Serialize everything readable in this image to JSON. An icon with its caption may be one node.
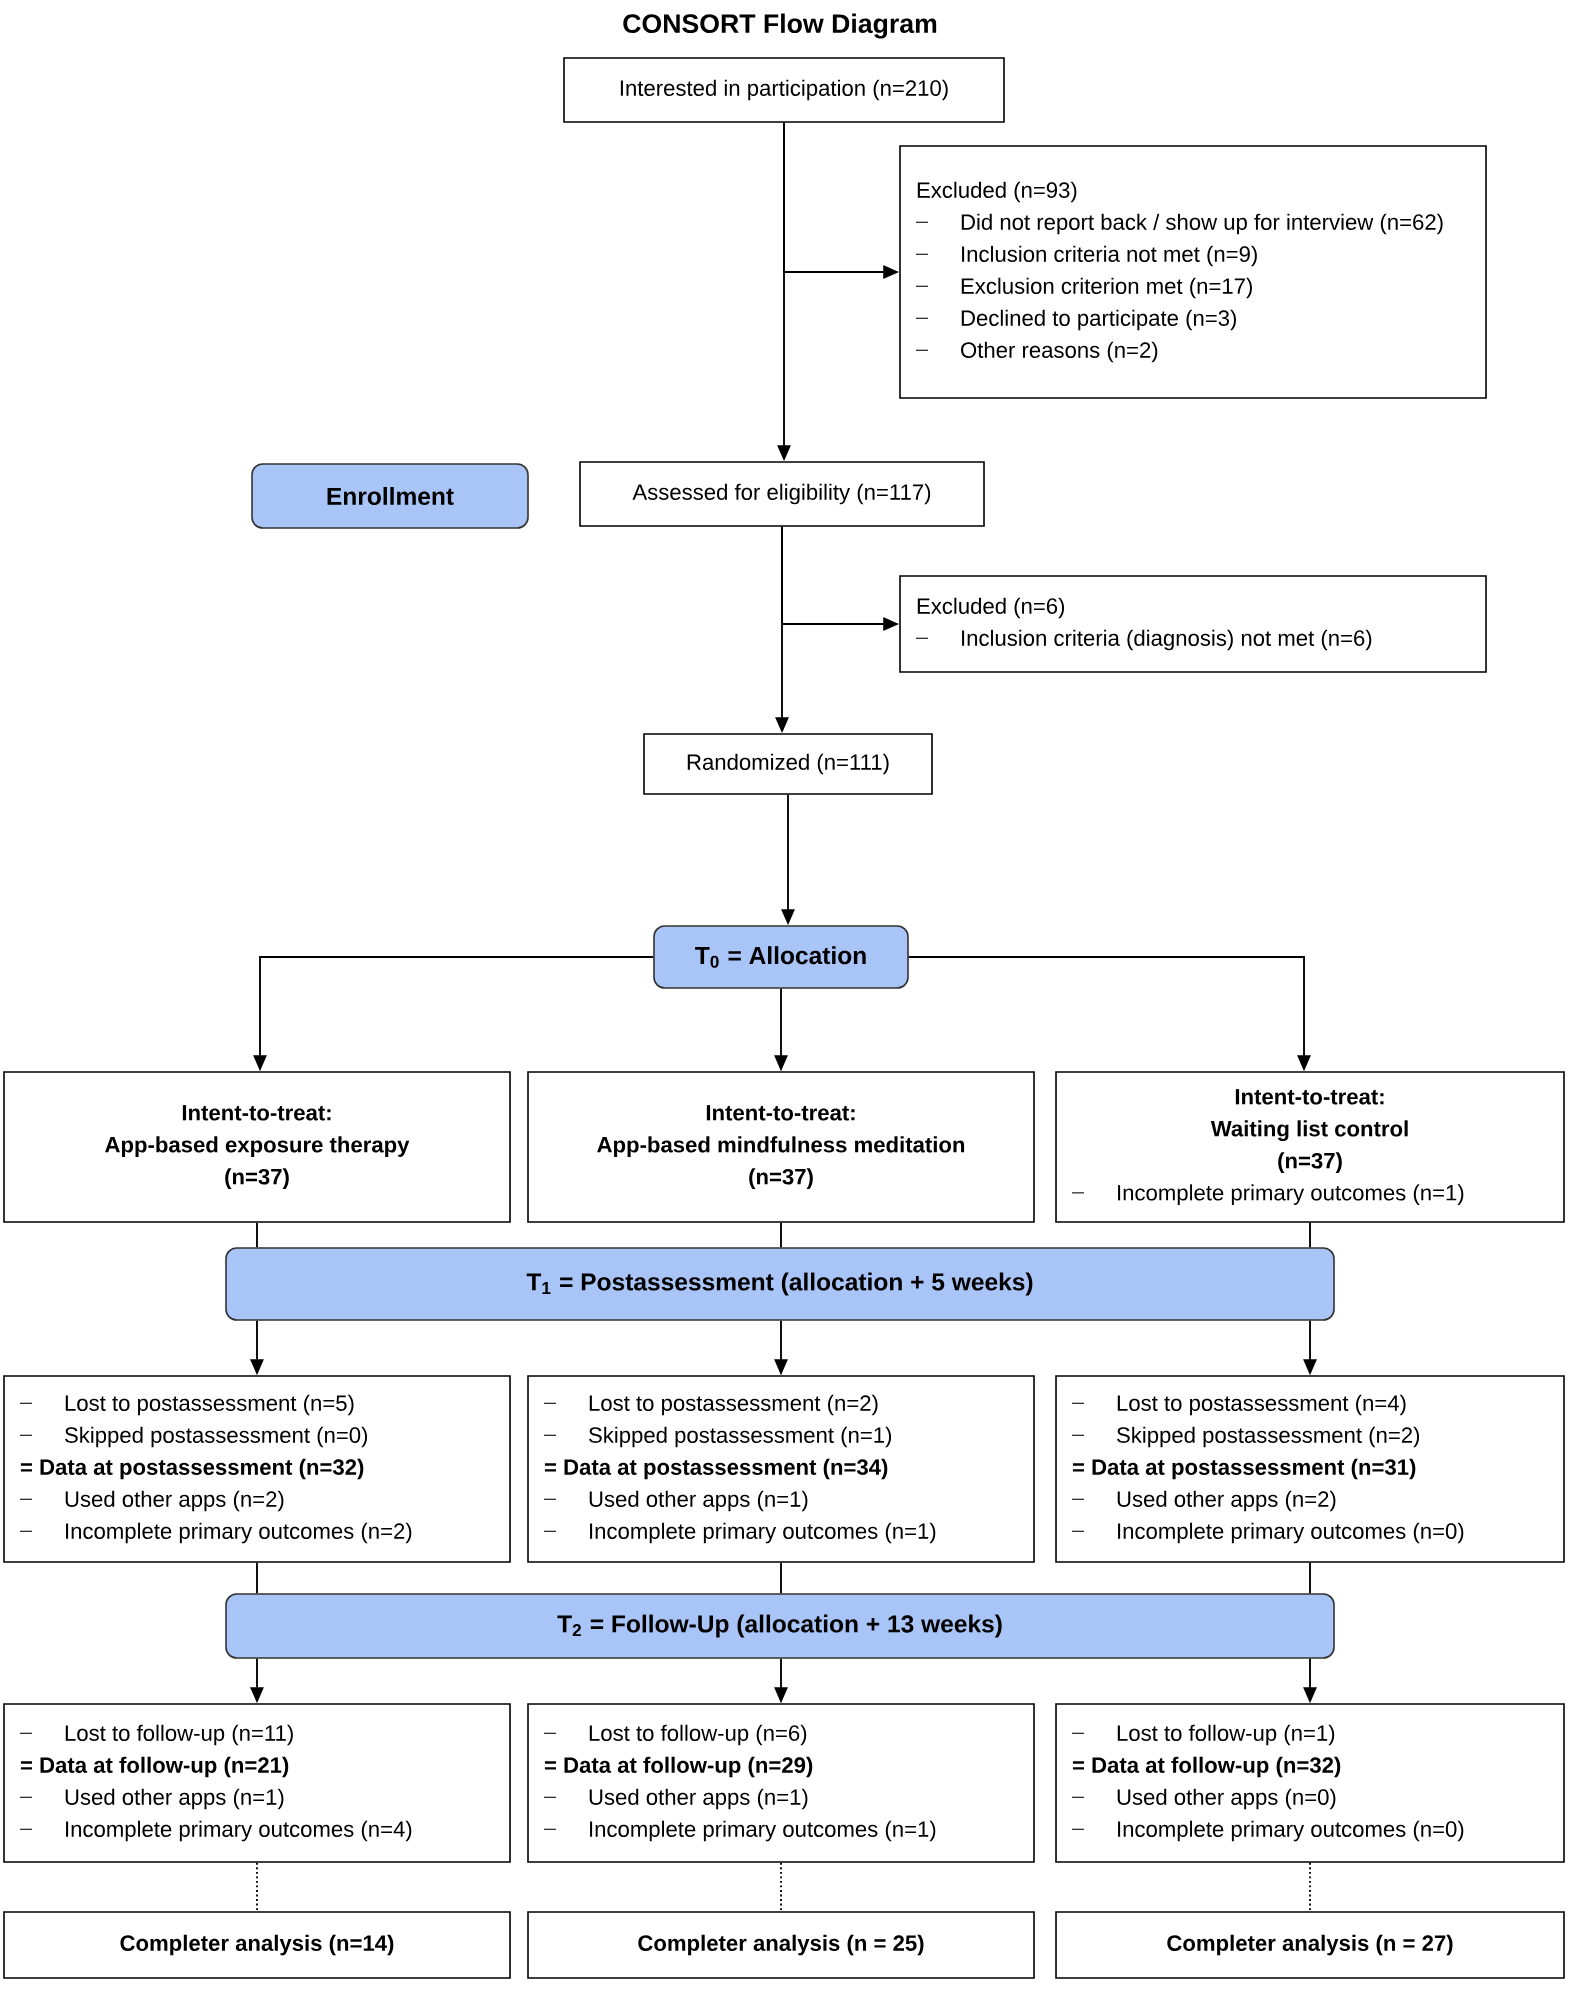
{
  "diagram": {
    "title": "CONSORT Flow Diagram",
    "nodes": [
      {
        "text": [
          "Interested in participation (n=210)"
        ]
      },
      {
        "text": [
          "Excluded (n=93)",
          "Did not report back / show up for interview (n=62)",
          "Inclusion criteria not met (n=9)",
          "Exclusion criterion met (n=17)",
          "Declined to participate (n=3)",
          "Other reasons (n=2)"
        ]
      },
      {
        "text": [
          "Enrollment"
        ]
      },
      {
        "text": [
          "Assessed for eligibility (n=117)"
        ]
      },
      {
        "text": [
          "Excluded (n=6)",
          "Inclusion criteria (diagnosis) not met (n=6)"
        ]
      },
      {
        "text": [
          "Randomized (n=111)"
        ]
      },
      {
        "text": [
          "T$_{0}$ = Allocation"
        ]
      },
      {
        "text": [
          "Intent-to-treat:",
          "App-based exposure therapy",
          "(n=37)"
        ]
      },
      {
        "text": [
          "Intent-to-treat:",
          "App-based mindfulness meditation",
          "(n=37)"
        ]
      },
      {
        "text": [
          "Intent-to-treat:",
          "Waiting list control",
          "(n=37)",
          "Incomplete primary outcomes (n=1)"
        ]
      },
      {
        "text": [
          "T$_{1}$ = Postassessment (allocation + 5 weeks)"
        ]
      },
      {
        "text": [
          "Lost to postassessment (n=5)",
          "Skipped postassessment (n=0)",
          "= Data at postassessment (n=32)",
          "Used other apps (n=2)",
          "Incomplete primary outcomes (n=2)"
        ]
      },
      {
        "text": [
          "Lost to postassessment (n=2)",
          "Skipped postassessment (n=1)",
          "= Data at postassessment (n=34)",
          "Used other apps (n=1)",
          "Incomplete primary outcomes (n=1)"
        ]
      },
      {
        "text": [
          "Lost to postassessment (n=4)",
          "Skipped postassessment (n=2)",
          "= Data at postassessment (n=31)",
          "Used other apps (n=2)",
          "Incomplete primary outcomes (n=0)"
        ]
      },
      {
        "text": [
          "T$_{2}$ = Follow-Up (allocation + 13 weeks)"
        ]
      },
      {
        "text": [
          "Lost to follow-up (n=11)",
          "= Data at follow-up (n=21)",
          "Used other apps (n=1)",
          "Incomplete primary outcomes (n=4)"
        ]
      },
      {
        "text": [
          "Lost to follow-up (n=6)",
          "= Data at follow-up (n=29)",
          "Used other apps (n=1)",
          "Incomplete primary outcomes (n=1)"
        ]
      },
      {
        "text": [
          "Lost to follow-up (n=1)",
          "= Data at follow-up (n=32)",
          "Used other apps (n=0)",
          "Incomplete primary outcomes (n=0)"
        ]
      },
      {
        "text": [
          "Completer analysis (n=14)"
        ]
      },
      {
        "text": [
          "Completer analysis (n = 25)"
        ]
      },
      {
        "text": [
          "Completer analysis (n = 27)"
        ]
      }
    ],
    "edges": [
      {
        "from": 0,
        "to": 3,
        "arrow": "to"
      },
      {
        "from": 0,
        "to": 1,
        "arrow": "to"
      },
      {
        "from": 3,
        "to": 5,
        "arrow": "to"
      },
      {
        "from": 3,
        "to": 4,
        "arrow": "to"
      },
      {
        "from": 5,
        "to": 6,
        "arrow": "to"
      },
      {
        "from": 6,
        "to": 7,
        "arrow": "to"
      },
      {
        "from": 6,
        "to": 8,
        "arrow": "to"
      },
      {
        "from": 6,
        "to": 9,
        "arrow": "to"
      },
      {
        "from": 7,
        "to": 10,
        "arrow": "none"
      },
      {
        "from": 8,
        "to": 10,
        "arrow": "none"
      },
      {
        "from": 9,
        "to": 10,
        "arrow": "none"
      },
      {
        "from": 10,
        "to": 11,
        "arrow": "to"
      },
      {
        "from": 10,
        "to": 12,
        "arrow": "to"
      },
      {
        "from": 10,
        "to": 13,
        "arrow": "to"
      },
      {
        "from": 11,
        "to": 14,
        "arrow": "none"
      },
      {
        "from": 12,
        "to": 14,
        "arrow": "none"
      },
      {
        "from": 13,
        "to": 14,
        "arrow": "none"
      },
      {
        "from": 14,
        "to": 15,
        "arrow": "to"
      },
      {
        "from": 14,
        "to": 16,
        "arrow": "to"
      },
      {
        "from": 14,
        "to": 17,
        "arrow": "to"
      },
      {
        "from": 15,
        "to": 18,
        "arrow": "none",
        "style": "dashed"
      },
      {
        "from": 16,
        "to": 19,
        "arrow": "none",
        "style": "dashed"
      },
      {
        "from": 17,
        "to": 20,
        "arrow": "none",
        "style": "dashed"
      }
    ]
  }
}
